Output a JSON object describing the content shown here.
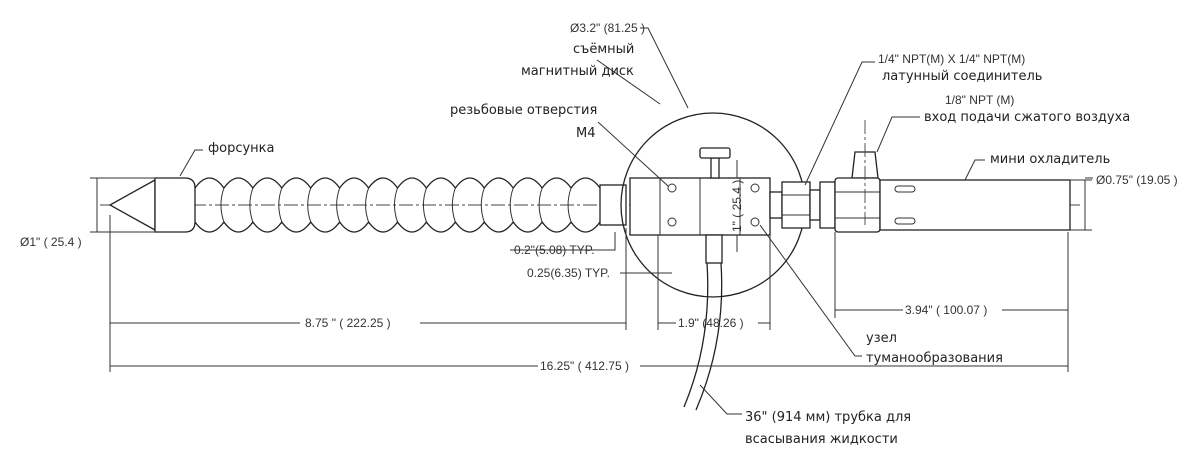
{
  "labels": {
    "nozzle": "форсунка",
    "disk_dia": "Ø3.2\" (81.25 )",
    "disk_line1": "съёмный",
    "disk_line2": "магнитный диск",
    "holes_line1": "резьбовые отверстия",
    "holes_line2": "M4",
    "connector_line1": "1/4\" NPT(M) X 1/4\" NPT(M)",
    "connector_line2": "латунный соединитель",
    "air_line1": "1/8\" NPT (M)",
    "air_line2": "вход подачи сжатого воздуха",
    "cooler": "мини охладитель",
    "mist_line1": "узел",
    "mist_line2": "туманообразования",
    "tube_line1": "36\" (914 мм) трубка для",
    "tube_line2": "всасывания жидкости"
  },
  "dimensions": {
    "nozzle_dia": "Ø1\" ( 25.4 )",
    "cooler_dia": "Ø0.75\" (19.05 )",
    "block_height": "1\" ( 25.4 )",
    "hole_offset_1": "0.2\"(5.08) TYP.",
    "hole_offset_2": "0.25(6.35) TYP.",
    "hose_length": "8.75 \" ( 222.25 )",
    "block_width": "1.9\" (48.26 )",
    "cooler_length": "3.94\" ( 100.07 )",
    "overall_length": "16.25\" ( 412.75 )"
  }
}
